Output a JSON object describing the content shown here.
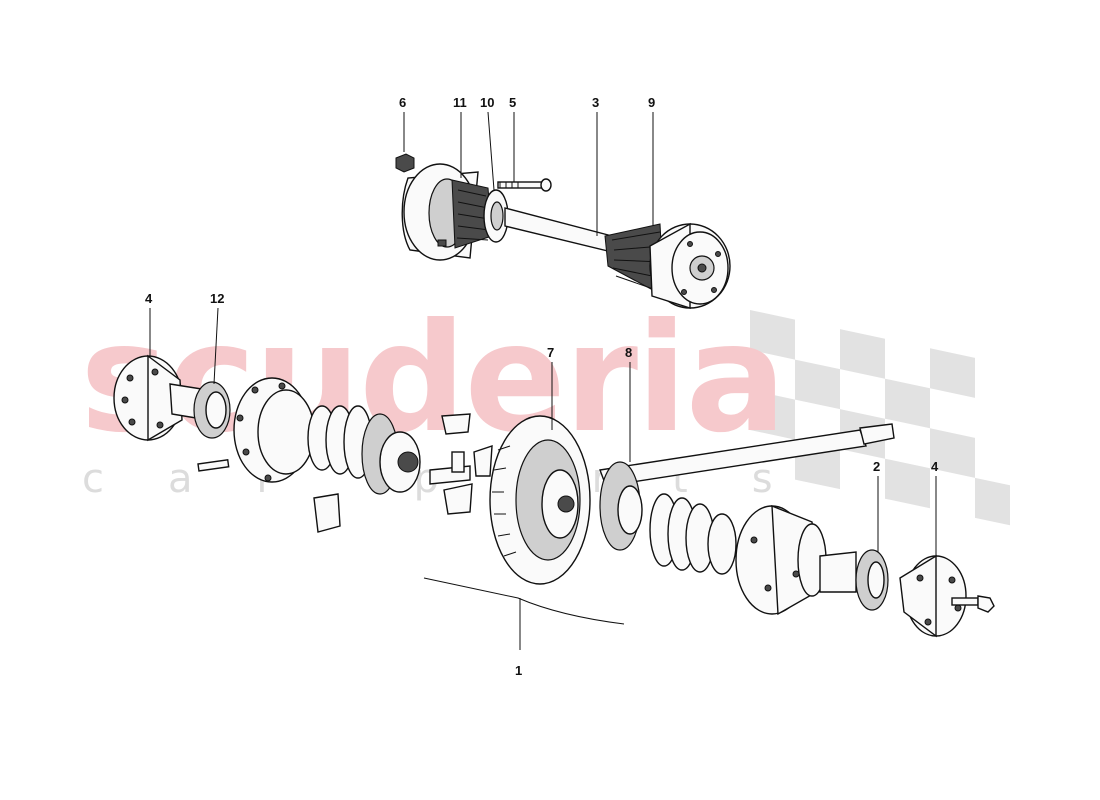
{
  "watermark": {
    "brand": "scuderia",
    "sub": "car parts"
  },
  "callouts": [
    {
      "id": "c6a",
      "text": "6"
    },
    {
      "id": "c11",
      "text": "11"
    },
    {
      "id": "c10",
      "text": "10"
    },
    {
      "id": "c5",
      "text": "5"
    },
    {
      "id": "c3",
      "text": "3"
    },
    {
      "id": "c9",
      "text": "9"
    },
    {
      "id": "c4a",
      "text": "4"
    },
    {
      "id": "c12",
      "text": "12"
    },
    {
      "id": "c7",
      "text": "7"
    },
    {
      "id": "c8",
      "text": "8"
    },
    {
      "id": "c2",
      "text": "2"
    },
    {
      "id": "c4b",
      "text": "4"
    },
    {
      "id": "c1",
      "text": "1"
    }
  ],
  "colors": {
    "watermark": "#f6c9cc",
    "checker": "#e2e2e2",
    "ink": "#111111"
  }
}
